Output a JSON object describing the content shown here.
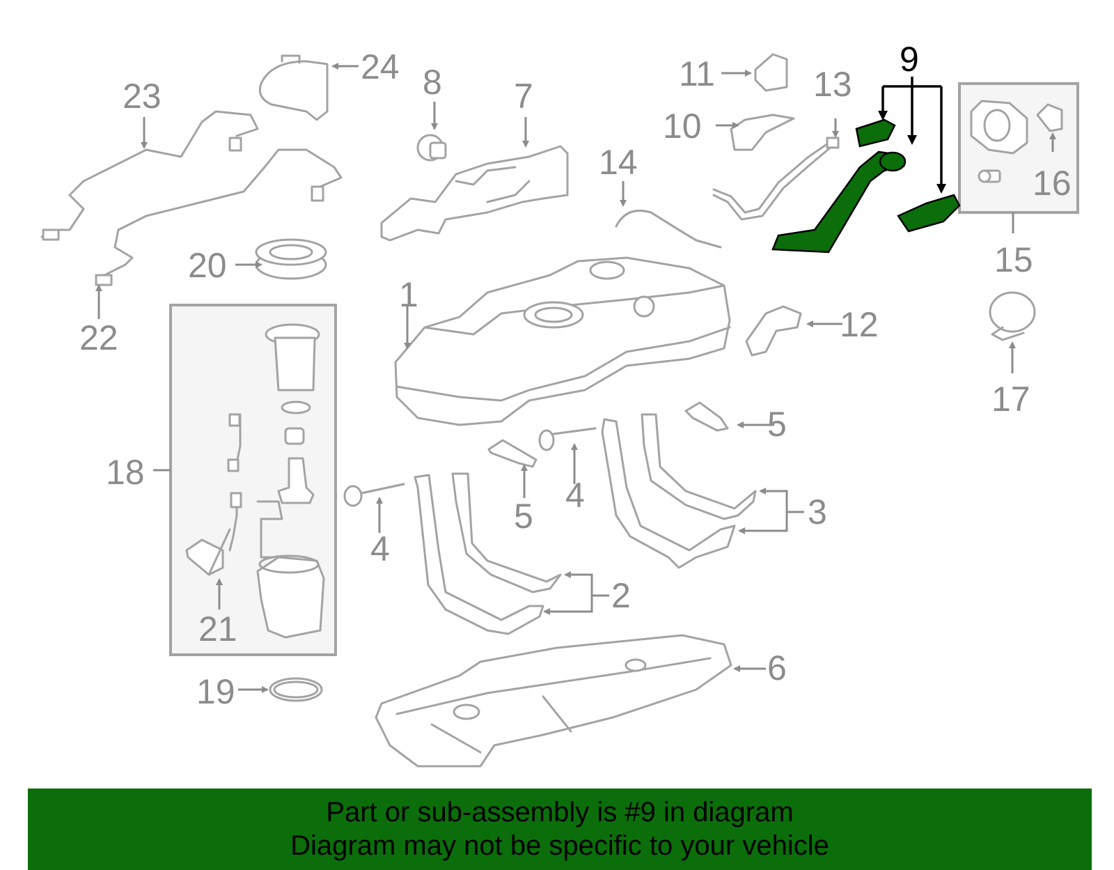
{
  "callouts": [
    "1",
    "2",
    "3",
    "4",
    "4",
    "5",
    "5",
    "6",
    "7",
    "8",
    "9",
    "10",
    "11",
    "12",
    "13",
    "14",
    "15",
    "16",
    "17",
    "18",
    "19",
    "20",
    "21",
    "22",
    "23",
    "24"
  ],
  "highlight_part": "9",
  "colors": {
    "highlight": "#0b6e0b",
    "banner": "#0b6e0b",
    "part_line": "#a3a3a3",
    "label": "#8c8c8c"
  },
  "banner": {
    "line1": "Part or sub-assembly is #9 in diagram",
    "line2": "Diagram may not be specific to your vehicle"
  }
}
